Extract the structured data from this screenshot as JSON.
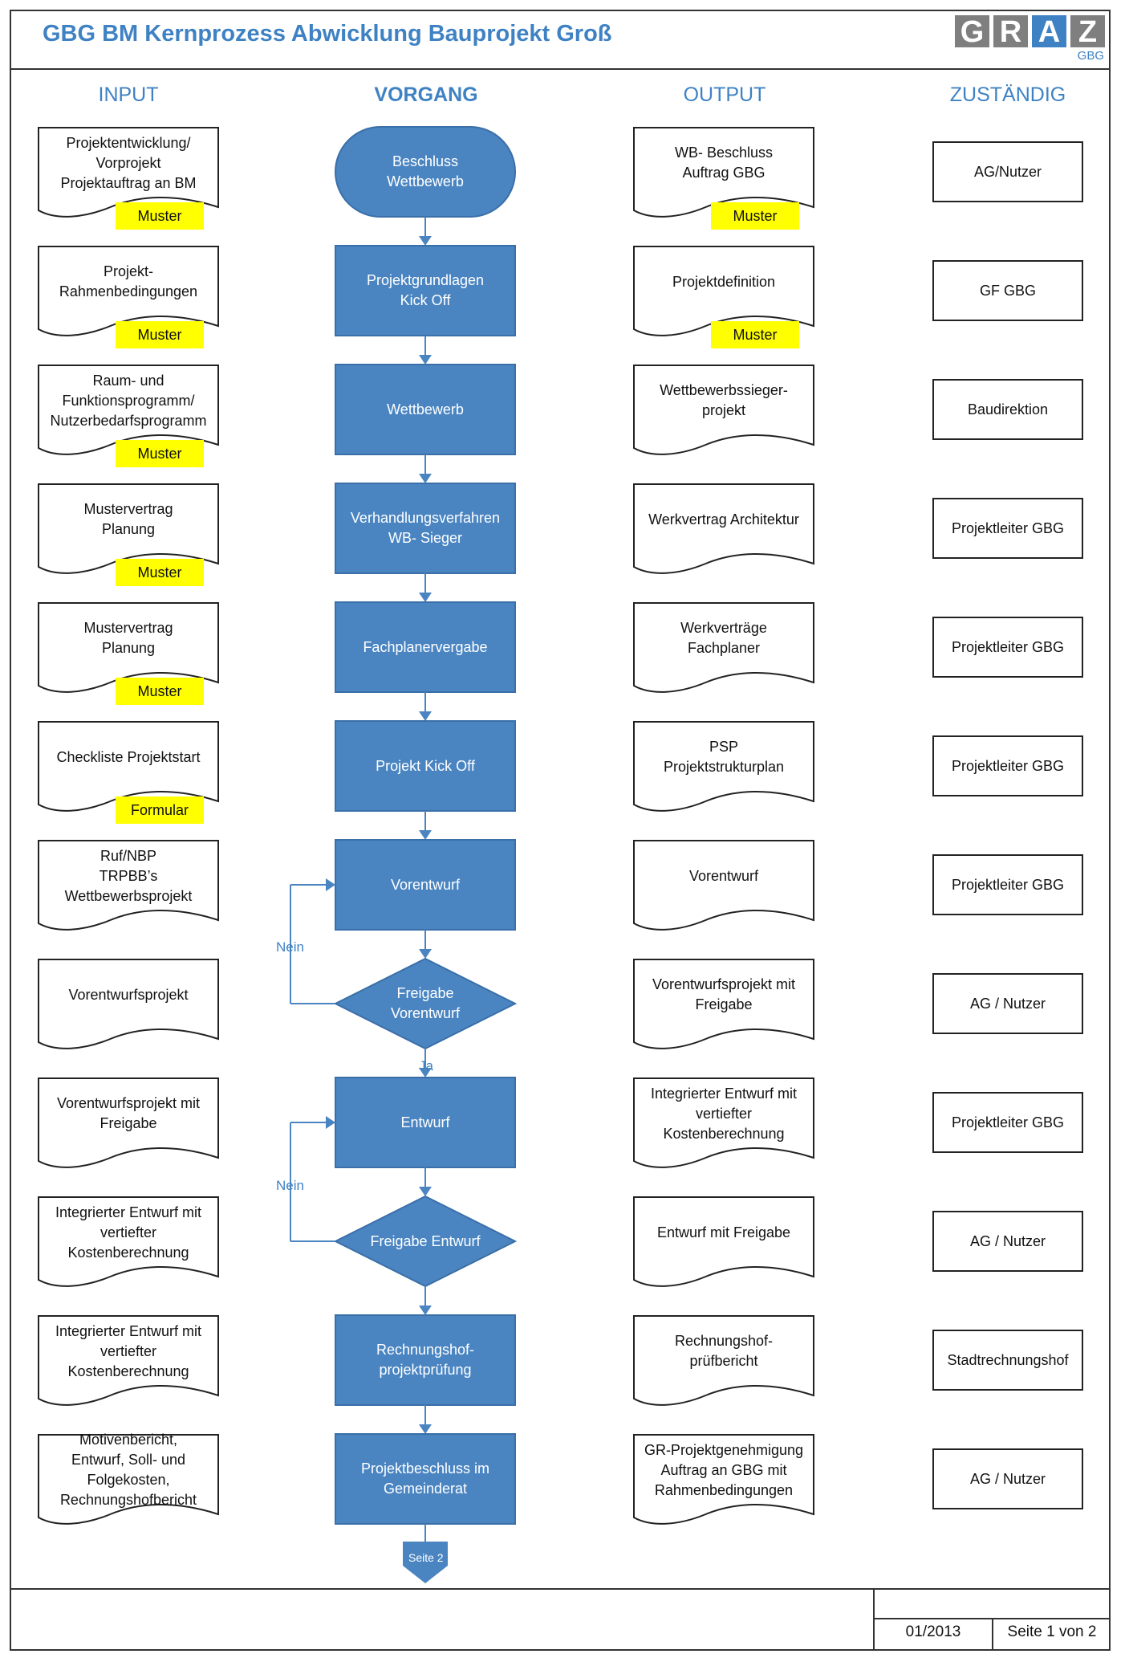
{
  "header": {
    "title": "GBG BM Kernprozess Abwicklung Bauprojekt Groß",
    "logo_letters": [
      "G",
      "R",
      "A",
      "Z"
    ],
    "logo_sub": "GBG",
    "logo_colors": [
      "#7f7f7f",
      "#7f7f7f",
      "#3f82c4",
      "#7f7f7f"
    ]
  },
  "columns": {
    "input": "INPUT",
    "vorgang": "VORGANG",
    "output": "OUTPUT",
    "zustaendig": "ZUSTÄNDIG"
  },
  "rows": [
    {
      "input": "Projektentwicklung/\nVorprojekt\nProjektauftrag an BM",
      "input_tag": "Muster",
      "step": "Beschluss\nWettbewerb",
      "step_shape": "terminator",
      "output": "WB- Beschluss\nAuftrag GBG",
      "output_tag": "Muster",
      "resp": "AG/Nutzer"
    },
    {
      "input": "Projekt-\nRahmenbedingungen",
      "input_tag": "Muster",
      "step": "Projektgrundlagen\nKick Off",
      "step_shape": "process",
      "output": "Projektdefinition",
      "output_tag": "Muster",
      "resp": "GF GBG"
    },
    {
      "input": "Raum- und\nFunktionsprogramm/\nNutzerbedarfsprogramm",
      "input_tag": "Muster",
      "step": "Wettbewerb",
      "step_shape": "process",
      "output": "Wettbewerbssieger-\nprojekt",
      "output_tag": "",
      "resp": "Baudirektion"
    },
    {
      "input": "Mustervertrag\nPlanung",
      "input_tag": "Muster",
      "step": "Verhandlungsverfahren\nWB- Sieger",
      "step_shape": "process",
      "output": "Werkvertrag Architektur",
      "output_tag": "",
      "resp": "Projektleiter GBG"
    },
    {
      "input": "Mustervertrag\nPlanung",
      "input_tag": "Muster",
      "step": "Fachplanervergabe",
      "step_shape": "process",
      "output": "Werkverträge\nFachplaner",
      "output_tag": "",
      "resp": "Projektleiter GBG"
    },
    {
      "input": "Checkliste Projektstart",
      "input_tag": "Formular",
      "step": "Projekt Kick Off",
      "step_shape": "process",
      "output": "PSP\nProjektstrukturplan",
      "output_tag": "",
      "resp": "Projektleiter GBG"
    },
    {
      "input": "Ruf/NBP\nTRPBB’s\nWettbewerbsprojekt",
      "input_tag": "",
      "step": "Vorentwurf",
      "step_shape": "process",
      "output": "Vorentwurf",
      "output_tag": "",
      "resp": "Projektleiter GBG"
    },
    {
      "input": "Vorentwurfsprojekt",
      "input_tag": "",
      "step": "Freigabe\nVorentwurf",
      "step_shape": "decision",
      "output": "Vorentwurfsprojekt mit\nFreigabe",
      "output_tag": "",
      "resp": "AG / Nutzer"
    },
    {
      "input": "Vorentwurfsprojekt mit\nFreigabe",
      "input_tag": "",
      "step": "Entwurf",
      "step_shape": "process",
      "output": "Integrierter Entwurf mit\nvertiefter\nKostenberechnung",
      "output_tag": "",
      "resp": "Projektleiter GBG"
    },
    {
      "input": "Integrierter Entwurf mit\nvertiefter\nKostenberechnung",
      "input_tag": "",
      "step": "Freigabe Entwurf",
      "step_shape": "decision",
      "output": "Entwurf mit Freigabe",
      "output_tag": "",
      "resp": "AG / Nutzer"
    },
    {
      "input": "Integrierter Entwurf mit\nvertiefter\nKostenberechnung",
      "input_tag": "",
      "step": "Rechnungshof-\nprojektprüfung",
      "step_shape": "process",
      "output": "Rechnungshof-\nprüfbericht",
      "output_tag": "",
      "resp": "Stadtrechnungshof"
    },
    {
      "input": "Motivenbericht,\nEntwurf, Soll- und\nFolgekosten,\nRechnungshofbericht",
      "input_tag": "",
      "step": "Projektbeschluss im\nGemeinderat",
      "step_shape": "process",
      "output": "GR-Projektgenehmigung\nAuftrag an GBG mit\nRahmenbedingungen",
      "output_tag": "",
      "resp": "AG / Nutzer"
    }
  ],
  "flow_labels": {
    "nein_1": "Nein",
    "ja": "Ja",
    "nein_2": "Nein",
    "continue": "Seite 2"
  },
  "footer": {
    "date": "01/2013",
    "page": "Seite 1 von 2"
  },
  "colors": {
    "accent": "#3f82c4",
    "step_fill": "#4a85c2",
    "step_stroke": "#3a6fa8",
    "tag": "#ffff00"
  }
}
